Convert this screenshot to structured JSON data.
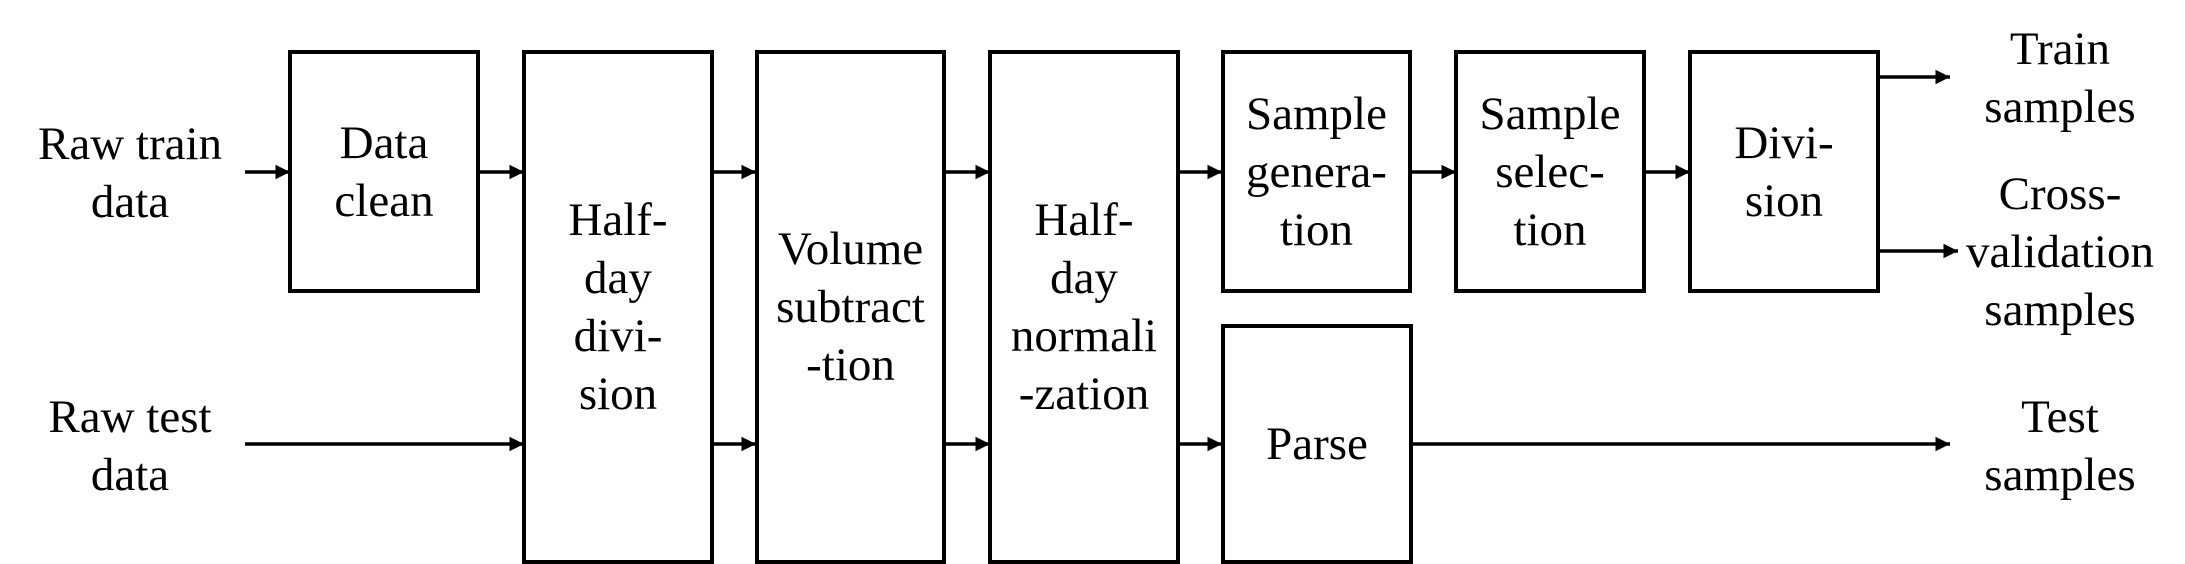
{
  "inputs": {
    "raw_train": "Raw train\ndata",
    "raw_test": "Raw test\ndata"
  },
  "steps": {
    "data_clean": "Data\nclean",
    "half_day_division": "Half-\nday\ndivi-\nsion",
    "volume_subtraction": "Volume\nsubtract\n-tion",
    "half_day_normalization": "Half-\nday\nnormali\n-zation",
    "sample_generation": "Sample\ngenera-\ntion",
    "sample_selection": "Sample\nselec-\ntion",
    "division": "Divi-\nsion",
    "parse": "Parse"
  },
  "outputs": {
    "train_samples": "Train\nsamples",
    "cross_validation_samples": "Cross-\nvalidation\nsamples",
    "test_samples": "Test\nsamples"
  }
}
